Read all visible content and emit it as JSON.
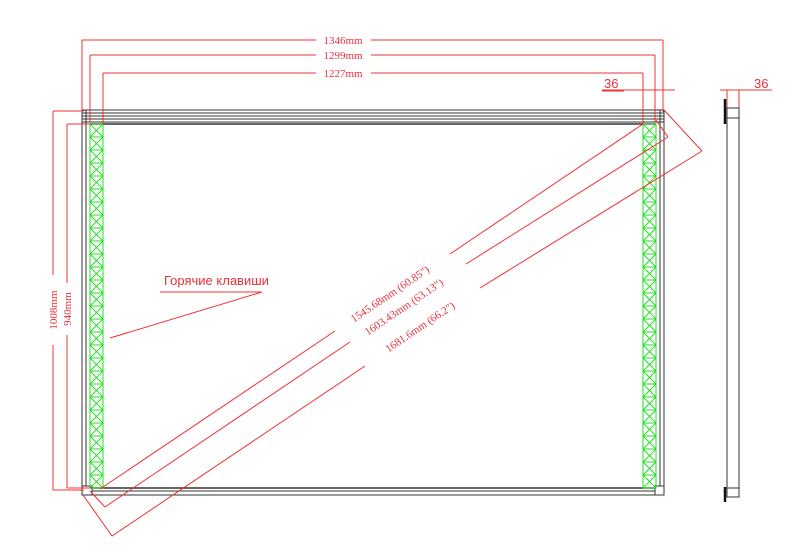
{
  "dimensions": {
    "outer_width": "1346mm",
    "frame_width": "1299mm",
    "active_width": "1227mm",
    "frame_depth_front": "36",
    "frame_depth_side": "36",
    "outer_height": "1008mm",
    "active_height": "940mm",
    "diag_active": "1545.68mm (60.85\")",
    "diag_frame": "1603.43mm (63.13\")",
    "diag_outer": "1681.6mm (66.2\")"
  },
  "labels": {
    "hotkeys": "Горячие клавиши"
  },
  "colors": {
    "dimension": "#f03030",
    "sensor": "#22e022",
    "frame": "#333333"
  }
}
